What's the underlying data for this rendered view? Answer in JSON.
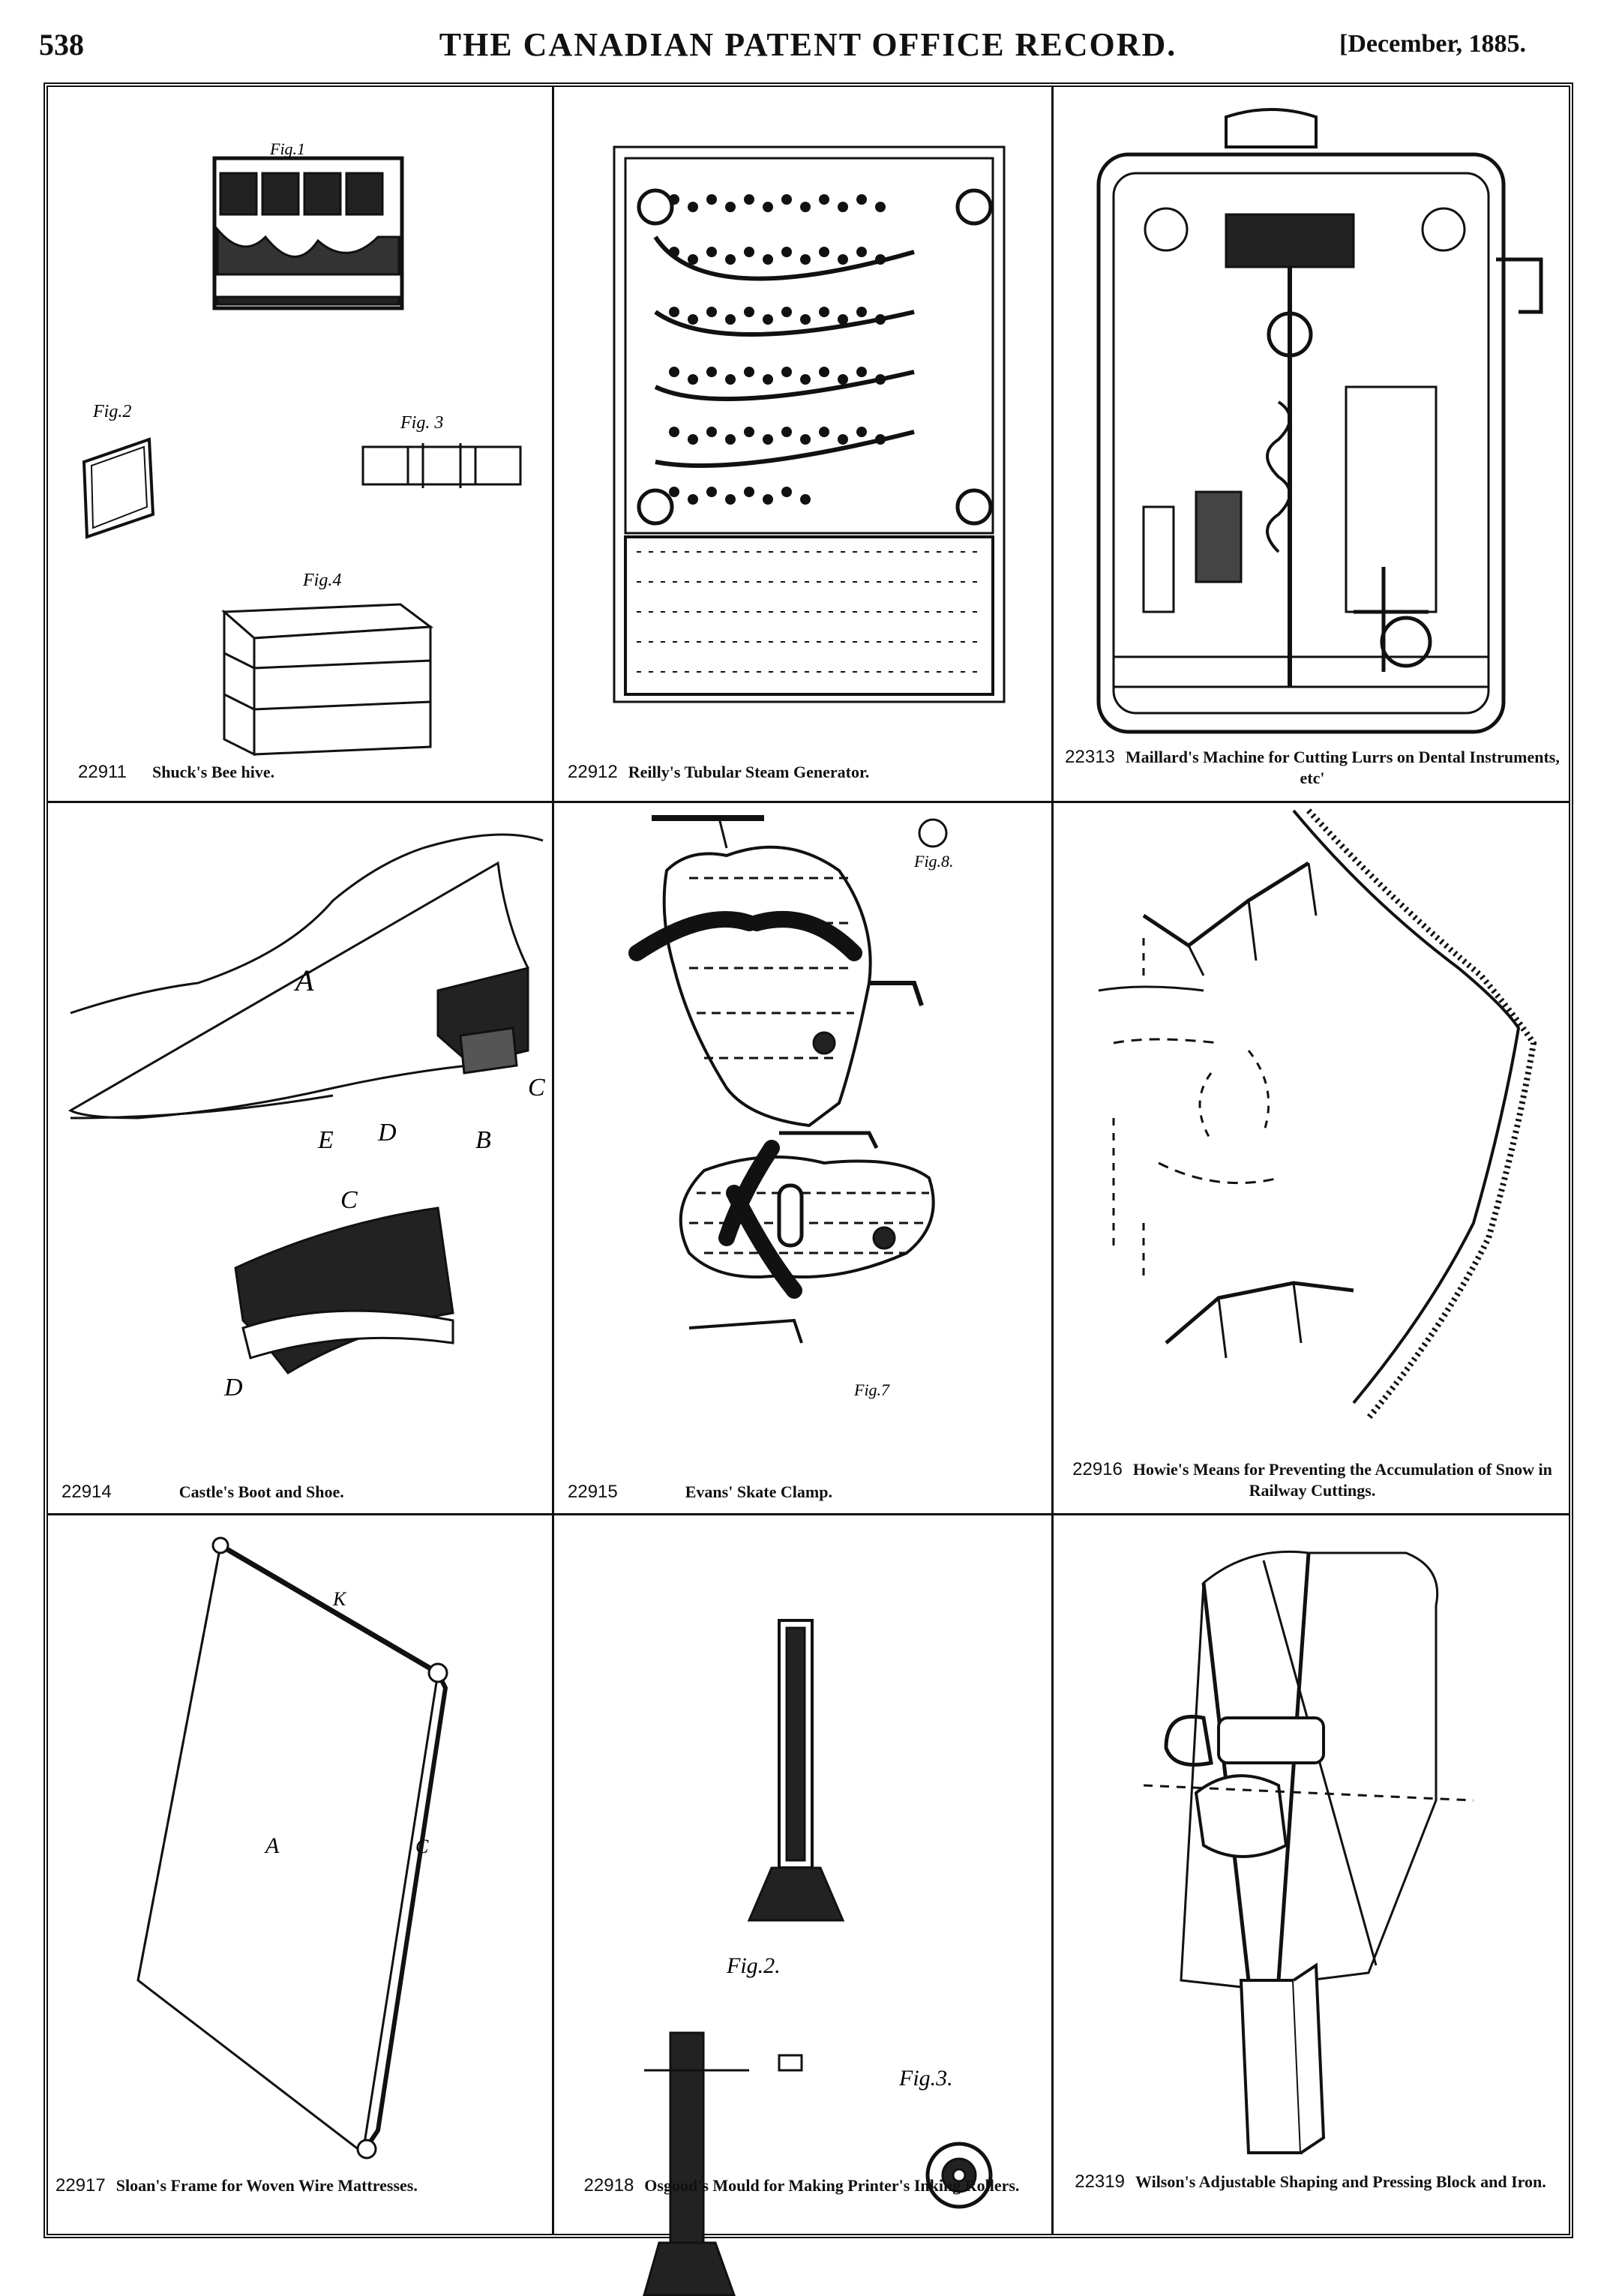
{
  "header": {
    "page_number": "538",
    "title": "THE CANADIAN PATENT OFFICE RECORD.",
    "date": "[December, 1885."
  },
  "patents": [
    {
      "number": "22911",
      "title": "Shuck's Bee hive.",
      "drawing": "bee-hive-drawing"
    },
    {
      "number": "22912",
      "title": "Reilly's Tubular Steam Generator.",
      "drawing": "steam-generator-drawing"
    },
    {
      "number": "22313",
      "title": "Maillard's Machine for Cutting Lurrs on Dental Instruments, etc'",
      "drawing": "dental-machine-drawing"
    },
    {
      "number": "22914",
      "title": "Castle's Boot and Shoe.",
      "drawing": "boot-shoe-drawing"
    },
    {
      "number": "22915",
      "title": "Evans' Skate Clamp.",
      "drawing": "skate-clamp-drawing"
    },
    {
      "number": "22916",
      "title": "Howie's Means for Preventing the Accumulation of Snow in Railway Cuttings.",
      "drawing": "snow-fence-drawing"
    },
    {
      "number": "22917",
      "title": "Sloan's Frame for Woven Wire Mattresses.",
      "drawing": "mattress-frame-drawing"
    },
    {
      "number": "22918",
      "title": "Osgood's Mould for Making Printer's Inking Rollers.",
      "drawing": "roller-mould-drawing"
    },
    {
      "number": "22319",
      "title": "Wilson's Adjustable Shaping and Pressing Block and Iron.",
      "drawing": "pressing-block-drawing"
    }
  ],
  "figure_labels": {
    "fig1": "Fig.1",
    "fig2": "Fig.2",
    "fig3": "Fig. 3",
    "fig4": "Fig.4",
    "fig2b": "Fig.2.",
    "fig3b": "Fig.3.",
    "fig8": "Fig.8.",
    "fig7": "Fig.7"
  }
}
